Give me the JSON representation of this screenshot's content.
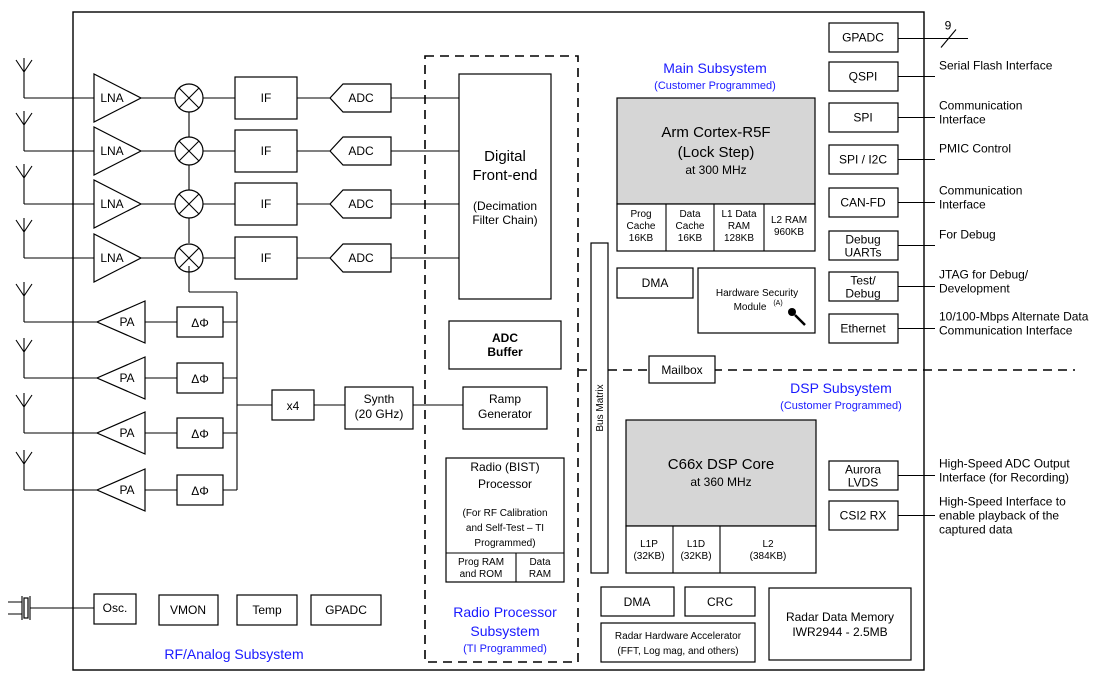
{
  "colors": {
    "accent": "#1a1aff",
    "core_fill": "#d6d6d6"
  },
  "rf": {
    "title": "RF/Analog Subsystem",
    "lna": "LNA",
    "if": "IF",
    "adc": "ADC",
    "pa": "PA",
    "phase": "ΔΦ",
    "x4": "x4",
    "synth": [
      "Synth",
      "(20 GHz)"
    ],
    "osc": "Osc.",
    "vmon": "VMON",
    "temp": "Temp",
    "gpadc": "GPADC",
    "icons": [
      "antenna-icon",
      "mixer-icon",
      "crystal-icon"
    ]
  },
  "radio": {
    "title": [
      "Radio Processor",
      "Subsystem"
    ],
    "subtitle": "(TI Programmed)",
    "dfe": [
      "Digital",
      "Front-end"
    ],
    "dfe_note": [
      "(Decimation",
      "Filter Chain)"
    ],
    "adc_buffer": [
      "ADC",
      "Buffer"
    ],
    "ramp": [
      "Ramp",
      "Generator"
    ],
    "bist": [
      "Radio (BIST)",
      "Processor"
    ],
    "bist_note": [
      "(For RF Calibration",
      "and Self-Test  – TI",
      "Programmed)"
    ],
    "prog_ram": [
      "Prog RAM",
      "and ROM"
    ],
    "data_ram": [
      "Data",
      "RAM"
    ]
  },
  "bus_matrix": "Bus Matrix",
  "main": {
    "title": "Main Subsystem",
    "subtitle": "(Customer Programmed)",
    "cpu": [
      "Arm Cortex-R5F",
      "(Lock Step)"
    ],
    "cpu_freq": "at 300 MHz",
    "mem": [
      [
        "Prog",
        "Cache",
        "16KB"
      ],
      [
        "Data",
        "Cache",
        "16KB"
      ],
      [
        "L1 Data",
        "RAM",
        "128KB"
      ],
      [
        "L2 RAM",
        "960KB"
      ]
    ],
    "dma": "DMA",
    "hsm": [
      "Hardware Security",
      "Module"
    ],
    "hsm_note": "(A)",
    "icons": [
      "key-icon"
    ]
  },
  "mailbox": "Mailbox",
  "dsp": {
    "title": "DSP Subsystem",
    "subtitle": "(Customer Programmed)",
    "core": "C66x DSP Core",
    "freq": "at 360 MHz",
    "mem": [
      [
        "L1P",
        "(32KB)"
      ],
      [
        "L1D",
        "(32KB)"
      ],
      [
        "L2",
        "(384KB)"
      ]
    ],
    "dma": "DMA",
    "crc": "CRC",
    "hwa": [
      "Radar Hardware Accelerator",
      "(FFT, Log mag, and others)"
    ],
    "radar_mem": [
      "Radar Data Memory",
      "IWR2944 - 2.5MB"
    ]
  },
  "interfaces": [
    {
      "name": [
        "GPADC"
      ],
      "desc": [],
      "bus": "9"
    },
    {
      "name": [
        "QSPI"
      ],
      "desc": [
        "Serial Flash Interface"
      ]
    },
    {
      "name": [
        "SPI"
      ],
      "desc": [
        "Communication",
        "Interface"
      ]
    },
    {
      "name": [
        "SPI / I2C"
      ],
      "desc": [
        "PMIC Control"
      ]
    },
    {
      "name": [
        "CAN-FD"
      ],
      "desc": [
        "Communication",
        "Interface"
      ]
    },
    {
      "name": [
        "Debug",
        "UARTs"
      ],
      "desc": [
        "For Debug"
      ]
    },
    {
      "name": [
        "Test/",
        "Debug"
      ],
      "desc": [
        "JTAG for Debug/",
        "Development"
      ]
    },
    {
      "name": [
        "Ethernet"
      ],
      "desc": [
        "10/100-Mbps Alternate Data",
        "Communication Interface"
      ]
    },
    {
      "name": [
        "Aurora",
        "LVDS"
      ],
      "desc": [
        "High-Speed ADC Output",
        "Interface (for Recording)"
      ]
    },
    {
      "name": [
        "CSI2 RX"
      ],
      "desc": [
        "High-Speed Interface to",
        "enable playback of the",
        "captured data"
      ]
    }
  ]
}
